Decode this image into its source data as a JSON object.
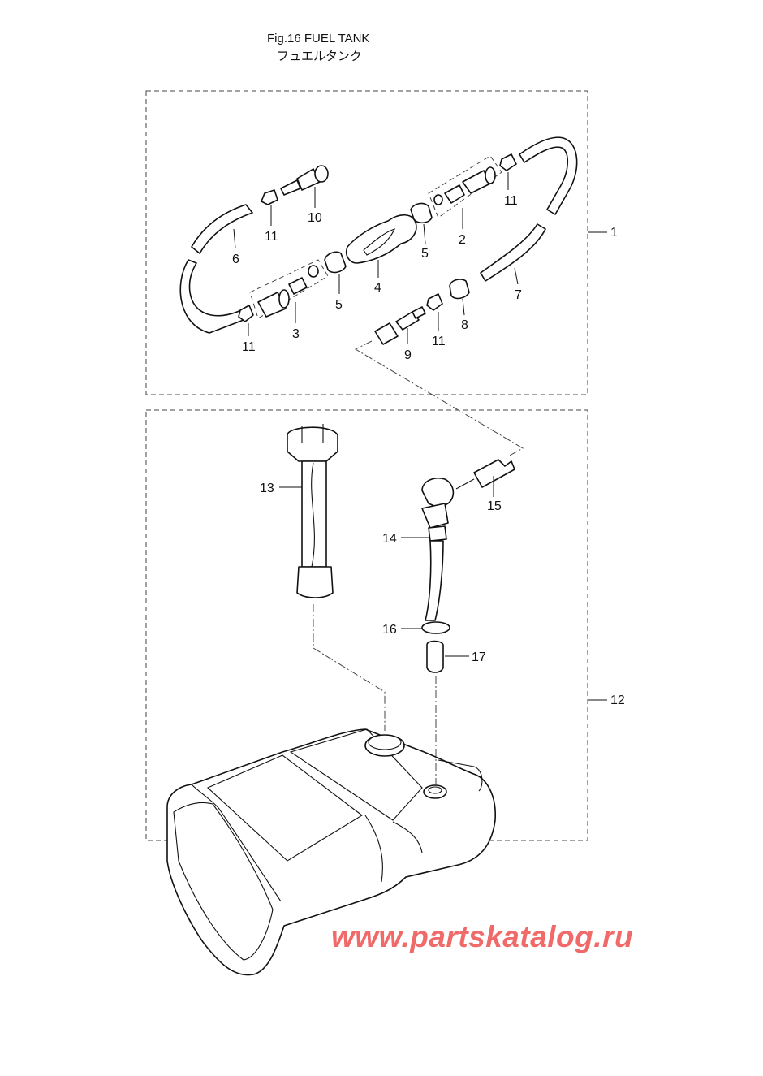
{
  "header": {
    "title": "Fig.16  FUEL TANK",
    "subtitle": "フュエルタンク"
  },
  "callouts": {
    "c1": "1",
    "c2": "2",
    "c3": "3",
    "c4": "4",
    "c5a": "5",
    "c5b": "5",
    "c6": "6",
    "c7": "7",
    "c8": "8",
    "c9": "9",
    "c10": "10",
    "c11a": "11",
    "c11b": "11",
    "c11c": "11",
    "c11d": "11",
    "c12": "12",
    "c13": "13",
    "c14": "14",
    "c15": "15",
    "c16": "16",
    "c17": "17"
  },
  "watermark": "www.partskatalog.ru"
}
